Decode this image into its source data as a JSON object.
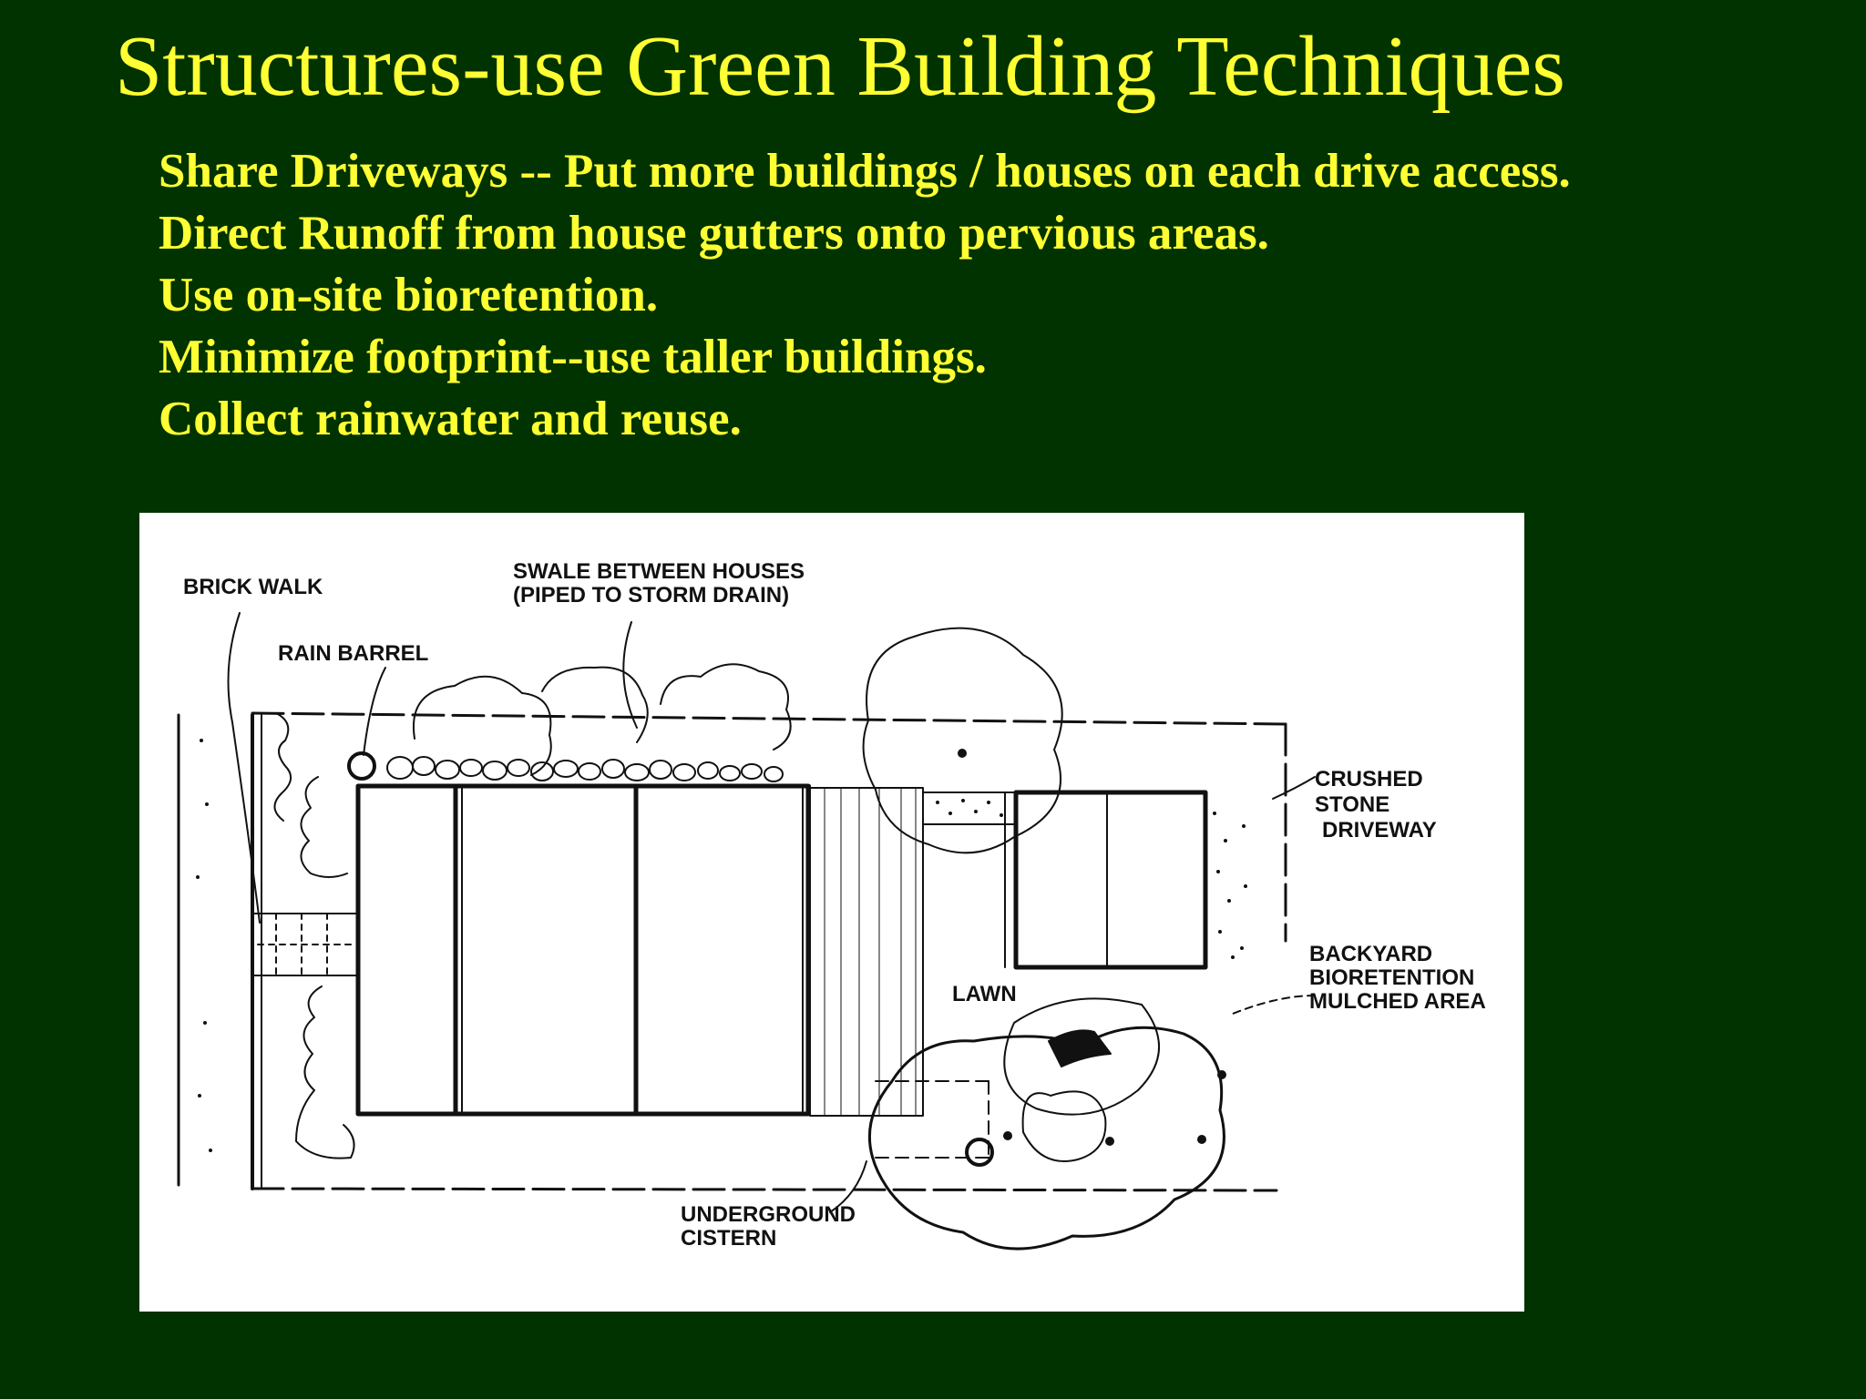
{
  "title": "Structures-use Green Building Techniques",
  "bullets": [
    "Share Driveways -- Put more buildings / houses on each drive access.",
    "Direct Runoff from house gutters onto pervious areas.",
    "Use on-site bioretention.",
    "Minimize footprint--use taller buildings.",
    "Collect rainwater and reuse."
  ],
  "diagram": {
    "labels": {
      "brick_walk": "BRICK WALK",
      "swale_1": "SWALE BETWEEN HOUSES",
      "swale_2": "(PIPED TO STORM DRAIN)",
      "rain_barrel": "RAIN BARREL",
      "crushed_1": "CRUSHED",
      "crushed_2": "STONE",
      "crushed_3": "DRIVEWAY",
      "backyard_1": "BACKYARD",
      "backyard_2": "BIORETENTION",
      "backyard_3": "MULCHED AREA",
      "lawn": "LAWN",
      "cistern_1": "UNDERGROUND",
      "cistern_2": "CISTERN"
    }
  },
  "colors": {
    "background": "#003300",
    "text": "#ffff33",
    "figure_bg": "#ffffff",
    "ink": "#111111"
  }
}
